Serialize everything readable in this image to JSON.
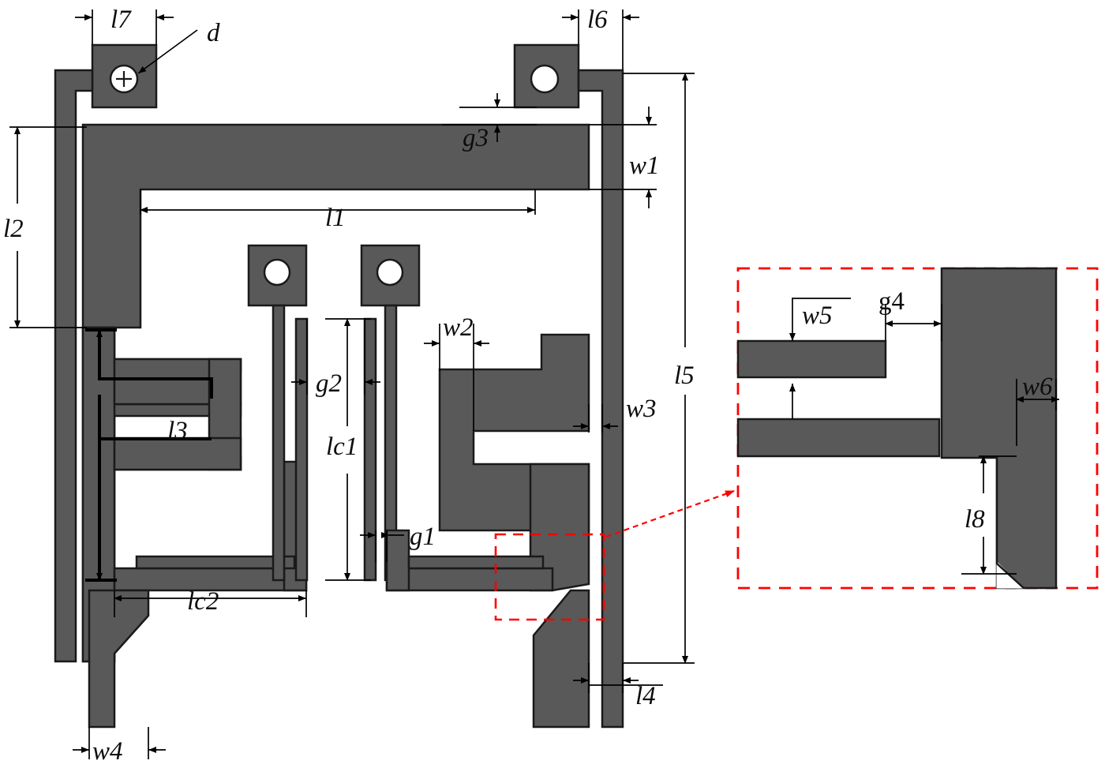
{
  "figure": {
    "type": "engineering-layout-drawing",
    "description": "Planar microstrip antenna / filter metallization layout with dimension annotations and a zoomed detail inset",
    "colors": {
      "metal_fill": "#595959",
      "outline": "#1a1a1a",
      "background": "#ffffff",
      "callout_red": "#ff0000",
      "dimension_line": "#000000"
    }
  },
  "main_view": {
    "name": "main-layout-view",
    "dimension_labels": [
      {
        "id": "l7",
        "text": "l7",
        "orientation": "horizontal",
        "location": "top-left, width of upper-left via pad"
      },
      {
        "id": "d",
        "text": "d",
        "orientation": "leader",
        "location": "top-left, via hole diameter"
      },
      {
        "id": "l6",
        "text": "l6",
        "orientation": "horizontal",
        "location": "top-right, offset of upper-right via pad"
      },
      {
        "id": "g3",
        "text": "g3",
        "orientation": "vertical",
        "location": "top-center, gap between pad and patch"
      },
      {
        "id": "w1",
        "text": "w1",
        "orientation": "vertical",
        "location": "top-right, width of top horizontal arm"
      },
      {
        "id": "l2",
        "text": "l2",
        "orientation": "vertical",
        "location": "left edge, length of left vertical arm"
      },
      {
        "id": "l1",
        "text": "l1",
        "orientation": "horizontal",
        "location": "upper-center, inner length of top arm"
      },
      {
        "id": "l5",
        "text": "l5",
        "orientation": "vertical",
        "location": "right edge, total structure height"
      },
      {
        "id": "w2",
        "text": "w2",
        "orientation": "horizontal",
        "location": "center-right, trace width"
      },
      {
        "id": "w3",
        "text": "w3",
        "orientation": "horizontal",
        "location": "right side, gap to right feed line"
      },
      {
        "id": "g2",
        "text": "g2",
        "orientation": "horizontal",
        "location": "center, gap between coupled lines"
      },
      {
        "id": "lc1",
        "text": "lc1",
        "orientation": "vertical",
        "location": "center, coupled-line length 1"
      },
      {
        "id": "l3",
        "text": "l3",
        "orientation": "label",
        "location": "left-center, meander arm length"
      },
      {
        "id": "g1",
        "text": "g1",
        "orientation": "horizontal",
        "location": "lower-center, coupling gap 1"
      },
      {
        "id": "lc2",
        "text": "lc2",
        "orientation": "horizontal",
        "location": "lower-left, coupled-line length 2"
      },
      {
        "id": "w4",
        "text": "w4",
        "orientation": "horizontal",
        "location": "bottom-left, feed port width"
      },
      {
        "id": "l4",
        "text": "l4",
        "orientation": "horizontal",
        "location": "bottom-right, tapered feed offset"
      }
    ],
    "via_pads": [
      {
        "id": "pad-top-left",
        "hole": "open",
        "marker": "crosshair",
        "label": "d"
      },
      {
        "id": "pad-top-right",
        "hole": "open",
        "marker": "none",
        "label": ""
      },
      {
        "id": "pad-center-left",
        "hole": "open",
        "marker": "none",
        "label": ""
      },
      {
        "id": "pad-center-right",
        "hole": "open",
        "marker": "none",
        "label": ""
      }
    ],
    "detail_box": {
      "id": "detail-region",
      "style": "red-dashed-rectangle"
    }
  },
  "inset_view": {
    "name": "zoom-detail-inset",
    "border_style": "red-dashed-rectangle",
    "dimension_labels": [
      {
        "id": "w5",
        "text": "w5",
        "orientation": "vertical",
        "location": "inset upper-left, stub width"
      },
      {
        "id": "g4",
        "text": "g4",
        "orientation": "horizontal",
        "location": "inset top, gap to right conductor"
      },
      {
        "id": "w6",
        "text": "w6",
        "orientation": "horizontal",
        "location": "inset right, conductor width"
      },
      {
        "id": "l8",
        "text": "l8",
        "orientation": "vertical",
        "location": "inset lower-center, taper length"
      }
    ],
    "callout_arrow": {
      "id": "detail-callout-arrow",
      "color": "#ff0000",
      "direction": "from main view to inset"
    }
  },
  "labels": {
    "l1": "l1",
    "l2": "l2",
    "l3": "l3",
    "l4": "l4",
    "l5": "l5",
    "l6": "l6",
    "l7": "l7",
    "l8": "l8",
    "lc1": "lc1",
    "lc2": "lc2",
    "w1": "w1",
    "w2": "w2",
    "w3": "w3",
    "w4": "w4",
    "w5": "w5",
    "w6": "w6",
    "g1": "g1",
    "g2": "g2",
    "g3": "g3",
    "g4": "g4",
    "d": "d"
  }
}
